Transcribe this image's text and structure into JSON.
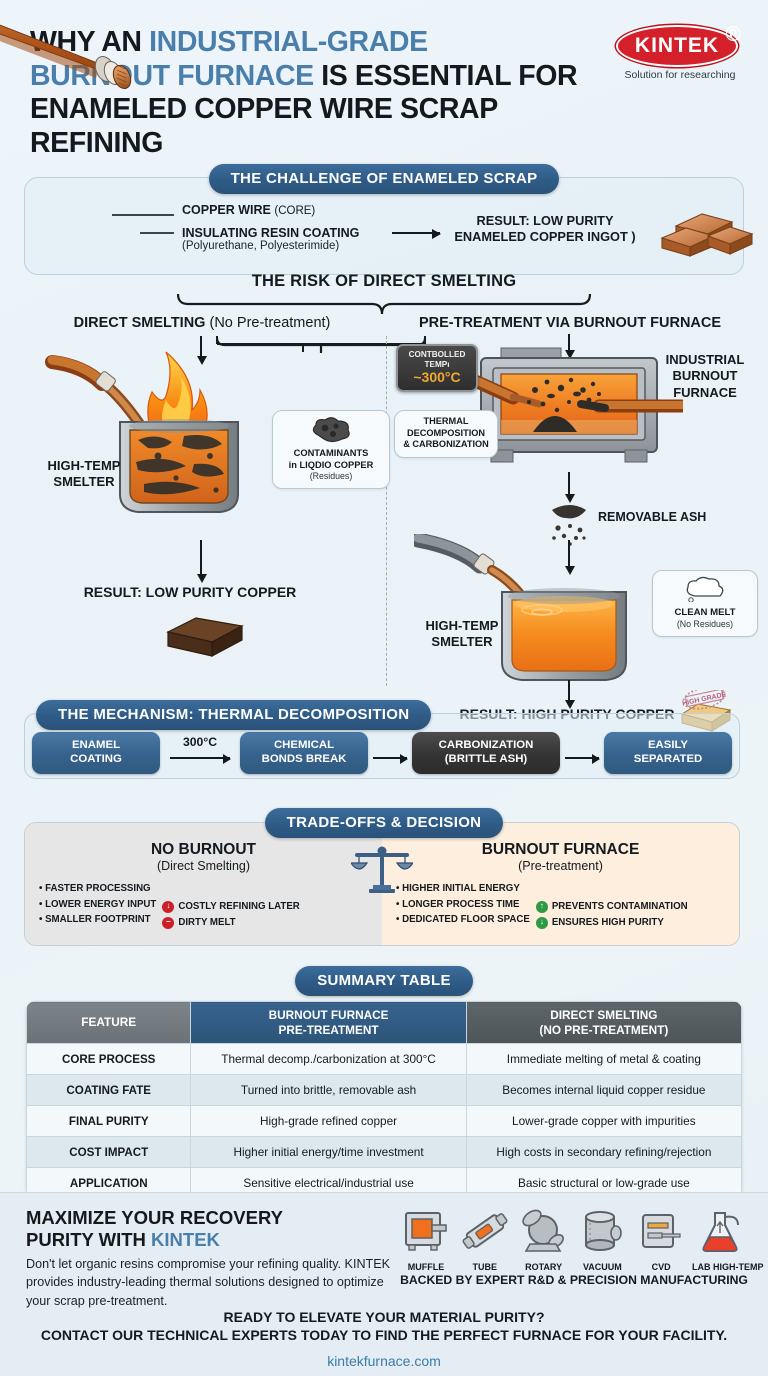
{
  "header": {
    "line1_a": "WHY AN ",
    "line1_b": "INDUSTRIAL-GRADE",
    "line2_a": "BURNOUT FURNACE",
    "line2_b": " IS ESSENTIAL FOR",
    "line3": "ENAMELED COPPER WIRE SCRAP REFINING"
  },
  "logo": {
    "name": "KINTEK",
    "registered": "®",
    "tagline": "Solution for researching",
    "color": "#d4202b"
  },
  "challenge": {
    "banner": "THE CHALLENGE OF ENAMELED SCRAP",
    "label_core_bold": "COPPER WIRE ",
    "label_core_norm": "(CORE)",
    "label_coating": "INSULATING RESIN COATING",
    "label_coating_sub": "(Polyurethane, Polyesterimide)",
    "result_line1": "RESULT: LOW PURITY",
    "result_line2": "ENAMELED COPPER INGOT )"
  },
  "risk": {
    "title": "THE RISK OF DIRECT SMELTING",
    "left_title_bold": "DIRECT SMELTING ",
    "left_title_sub": "(No Pre-treatment)",
    "right_title": "PRE-TREATMENT VIA  BURNOUT FURNACE"
  },
  "left_col": {
    "smelter_label": "HIGH-TEMP\nSMELTER",
    "smelter_label_l1": "HIGH-TEMP",
    "smelter_label_l2": "SMELTER",
    "callout_l1": "CONTAMINANTS",
    "callout_l2": "in LIQDIO COPPER",
    "callout_l3": "(Residues)",
    "result": "RESULT: LOW PURITY COPPER"
  },
  "right_col": {
    "temp_badge_l1": "CONTBOLLED",
    "temp_badge_l2": "TEMPı",
    "temp_badge_value": "~300°C",
    "callout_thermal_l1": "THERMAL",
    "callout_thermal_l2": "DECOMPOSITION",
    "callout_thermal_l3": "& CARBONIZATION",
    "furnace_label_l1": "INDUSTRIAL",
    "furnace_label_l2": "BURNOUT",
    "furnace_label_l3": "FURNACE",
    "ash_label": "REMOVABLE ASH",
    "smelter_label_l1": "HIGH-TEMP",
    "smelter_label_l2": "SMELTER",
    "clean_melt_l1": "CLEAN MELT",
    "clean_melt_l2": "(No Residues)",
    "result": "RESULT: HIGH PURITY COPPER",
    "stamp_text": "HIGH GRADE"
  },
  "mechanism": {
    "banner": "THE MECHANISM: THERMAL DECOMPOSITION",
    "temp_label": "300°C",
    "steps": [
      {
        "l1": "ENAMEL",
        "l2": "COATING",
        "dark": false
      },
      {
        "l1": "CHEMICAL",
        "l2": "BONDS BREAK",
        "dark": false
      },
      {
        "l1": "CARBONIZATION",
        "l2": "(BRITTLE ASH)",
        "dark": true
      },
      {
        "l1": "EASILY",
        "l2": "SEPARATED",
        "dark": false
      }
    ]
  },
  "tradeoffs": {
    "banner": "TRADE-OFFS & DECISION",
    "left": {
      "title": "NO BURNOUT",
      "subtitle": "(Direct Smelting)",
      "bullets": [
        "FASTER PROCESSING",
        "LOWER ENERGY INPUT",
        "SMALLER FOOTPRINT"
      ],
      "flags": [
        {
          "text": "COSTLY REFINING LATER",
          "type": "down",
          "color": "#cc2028",
          "glyph": "↓"
        },
        {
          "text": "DIRTY MELT",
          "type": "minus",
          "color": "#cc2028",
          "glyph": "−"
        }
      ]
    },
    "right": {
      "title": "BURNOUT FURNACE",
      "subtitle": "(Pre-treatment)",
      "bullets": [
        "HIGHER INITIAL ENERGY",
        "LONGER PROCESS TIME",
        "DEDICATED FLOOR SPACE"
      ],
      "flags": [
        {
          "text": "PREVENTS CONTAMINATION",
          "type": "up",
          "color": "#2e9a45",
          "glyph": "↑"
        },
        {
          "text": "ENSURES HIGH PURITY",
          "type": "down",
          "color": "#2e9a45",
          "glyph": "↓"
        }
      ]
    }
  },
  "summary": {
    "banner": "SUMMARY TABLE",
    "headers": [
      "FEATURE",
      "BURNOUT FURNACE\nPRE-TREATMENT",
      "DIRECT SMELTING\n(NO PRE-TREATMENT)"
    ],
    "header_burnout_l1": "BURNOUT FURNACE",
    "header_burnout_l2": "PRE-TREATMENT",
    "header_direct_l1": "DIRECT SMELTING",
    "header_direct_l2": "(NO PRE-TREATMENT)",
    "header_feature": "FEATURE",
    "rows": [
      {
        "feature": "CORE PROCESS",
        "burnout": "Thermal decomp./carbonization at 300°C",
        "direct": "Immediate melting of metal & coating"
      },
      {
        "feature": "COATING FATE",
        "burnout": "Turned into brittle, removable ash",
        "direct": "Becomes internal liquid copper residue"
      },
      {
        "feature": "FINAL PURITY",
        "burnout": "High-grade refined copper",
        "direct": "Lower-grade copper with impurities"
      },
      {
        "feature": "COST IMPACT",
        "burnout": "Higher initial energy/time investment",
        "direct": "High costs in secondary refining/rejection"
      },
      {
        "feature": "APPLICATION",
        "burnout": "Sensitive electrical/industrial use",
        "direct": "Basic structural or low-grade use"
      }
    ]
  },
  "footer": {
    "head_l1": "MAXIMIZE YOUR RECOVERY",
    "head_l2_a": "PURITY WITH ",
    "head_l2_b": "KINTEK",
    "body": "Don't let organic resins compromise your refining quality. KINTEK provides industry-leading thermal solutions designed to optimize your scrap pre-treatment.",
    "icons": [
      {
        "label": "MUFFLE",
        "icon": "muffle-furnace-icon"
      },
      {
        "label": "TUBE",
        "icon": "tube-furnace-icon"
      },
      {
        "label": "ROTARY",
        "icon": "rotary-furnace-icon"
      },
      {
        "label": "VACUUM",
        "icon": "vacuum-furnace-icon"
      },
      {
        "label": "CVD",
        "icon": "cvd-furnace-icon"
      },
      {
        "label": "LAB HIGH-TEMP",
        "icon": "lab-high-temp-icon"
      }
    ],
    "backed": "BACKED BY EXPERT R&D & PRECISION MANUFACTURING",
    "cta1": "READY TO ELEVATE YOUR MATERIAL PURITY?",
    "cta2": "CONTACT OUR TECHNICAL EXPERTS TODAY TO FIND THE PERFECT FURNACE FOR YOUR FACILITY.",
    "url": "kintekfurnace.com"
  }
}
